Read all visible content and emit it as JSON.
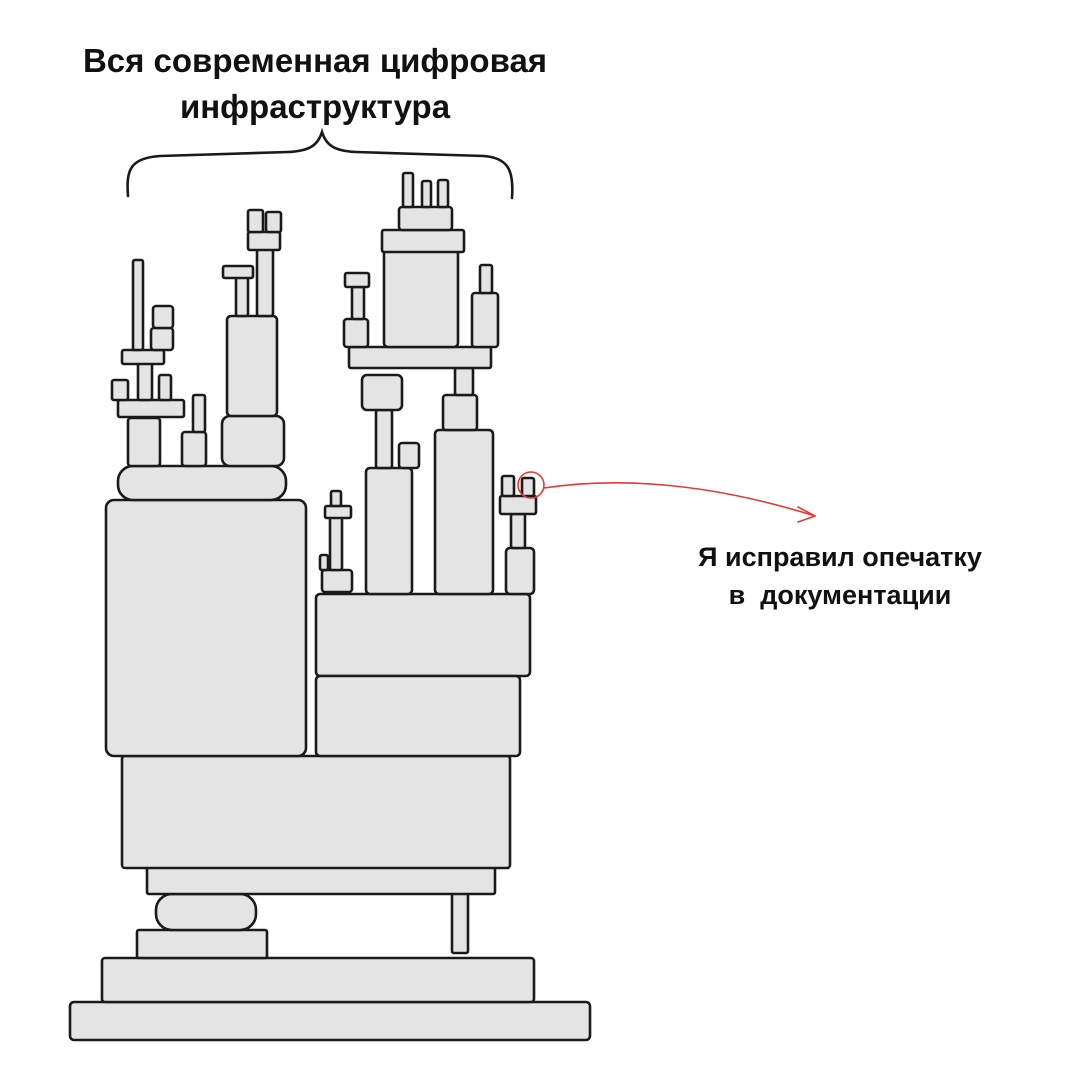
{
  "title": {
    "line1": "Вся современная цифровая",
    "line2": "инфраструктура"
  },
  "annotation": {
    "line1": "Я исправил опечатку",
    "line2": "в  документации"
  },
  "colors": {
    "ink": "#1a1a1a",
    "block_fill": "#e4e4e4",
    "annotation": "#e53935"
  }
}
